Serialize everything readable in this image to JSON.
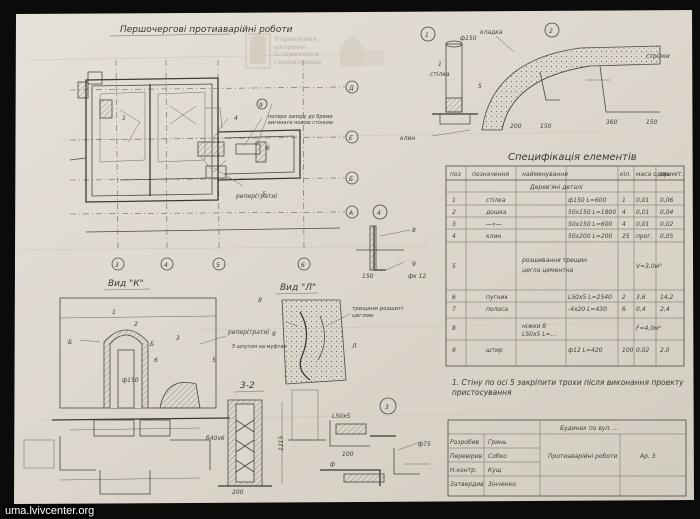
{
  "drawing": {
    "title_note": "Першочергові протиаварійні роботи",
    "plan_labels": {
      "door_note": "поперх запору до брами вигинати новою стінкою",
      "reper": "репер(грати)",
      "item_1": "1",
      "item_4": "4",
      "item_5": "5",
      "item_9": "9",
      "item_6": "6"
    },
    "axes_right": [
      "Д",
      "Е",
      "Б",
      "А"
    ],
    "axes_bottom": [
      "3",
      "4",
      "5",
      "6"
    ],
    "callouts": [
      "1",
      "2",
      "3",
      "4"
    ],
    "detail1": {
      "label": "стілка",
      "item": "1",
      "dim": "ф150",
      "base": "клин"
    },
    "detail2": {
      "label": "кладка",
      "item_5": "5",
      "note": "стрілки",
      "dims": [
        "200",
        "150",
        "360",
        "150"
      ]
    },
    "detail4": {
      "items": [
        "8",
        "9"
      ],
      "dims": [
        "150",
        "фк 12"
      ]
    },
    "view_k": {
      "label": "Вид \"К\"",
      "items": [
        "1",
        "2",
        "3",
        "5",
        "6"
      ],
      "marks": [
        "Б",
        "Б"
      ],
      "reper": "репер(грати)",
      "diam": "ф150",
      "note": "5 шпугом на муфтах"
    },
    "view_l": {
      "label": "Вид \"Л\"",
      "items": [
        "8",
        "9"
      ],
      "note": "трещини розшиті цеглою",
      "mark": "Л"
    },
    "section": {
      "label": "3-2",
      "dims": [
        "б40x6",
        "200",
        "1215"
      ]
    },
    "detail3": {
      "label": "3",
      "dims": [
        "100",
        "L50x5",
        "ф75",
        "ф"
      ]
    }
  },
  "spec": {
    "title": "Специфікація елементів",
    "headers": [
      "поз",
      "позначення",
      "найменування",
      "кіл.",
      "маса один.",
      "приміт."
    ],
    "section_wood": "Дерев'яні деталі",
    "rows": [
      {
        "pos": "1",
        "name": "стілка",
        "size": "ф150 L=600",
        "qty": "1",
        "mass": "0,01",
        "note": "0,06"
      },
      {
        "pos": "2",
        "name": "дошка",
        "size": "50x150 L=1800",
        "qty": "4",
        "mass": "0,01",
        "note": "0,04"
      },
      {
        "pos": "3",
        "name": "—«—",
        "size": "50x150 L=600",
        "qty": "4",
        "mass": "0,01",
        "note": "0,02"
      },
      {
        "pos": "4",
        "name": "клин",
        "size": "50x200 L=200",
        "qty": "25",
        "mass": "прог.",
        "note": "0,05"
      },
      {
        "pos": "5",
        "name": "розшивання трещин",
        "size": "цегла цементна",
        "qty": "",
        "mass": "",
        "note": "V=3,0м³"
      },
      {
        "pos": "6",
        "name": "пугник",
        "size": "L50x5 L=2540",
        "qty": "2",
        "mass": "3,6",
        "note": "14,2"
      },
      {
        "pos": "7",
        "name": "полоса",
        "size": "-4x20 L=430",
        "qty": "6",
        "mass": "0,4",
        "note": "2,4"
      },
      {
        "pos": "8",
        "name": "ніжки 8",
        "size": "L50x5 L=...",
        "qty": "",
        "mass": "",
        "note": "F=4,0м²"
      },
      {
        "pos": "9",
        "name": "штир",
        "size": "ф12 L=420",
        "qty": "100",
        "mass": "0,02",
        "note": "2,0"
      }
    ],
    "note": "1. Стіну по осі 5 закріпити трохи після виконання проекту пристосування"
  },
  "stamp": {
    "rows": [
      "Розробив",
      "Перевірив",
      "Н.контр.",
      "Затвердив"
    ],
    "names": [
      "Гринь",
      "Собко",
      "Кущ",
      "Зінченко"
    ],
    "title": "Будинок по вул. ...",
    "sheet": "Ар. 3",
    "code": "Протиаварійні роботи"
  },
  "credit": "uma.lvivcenter.org",
  "watermark": {
    "org": "Управління охорони історичного середовища"
  }
}
